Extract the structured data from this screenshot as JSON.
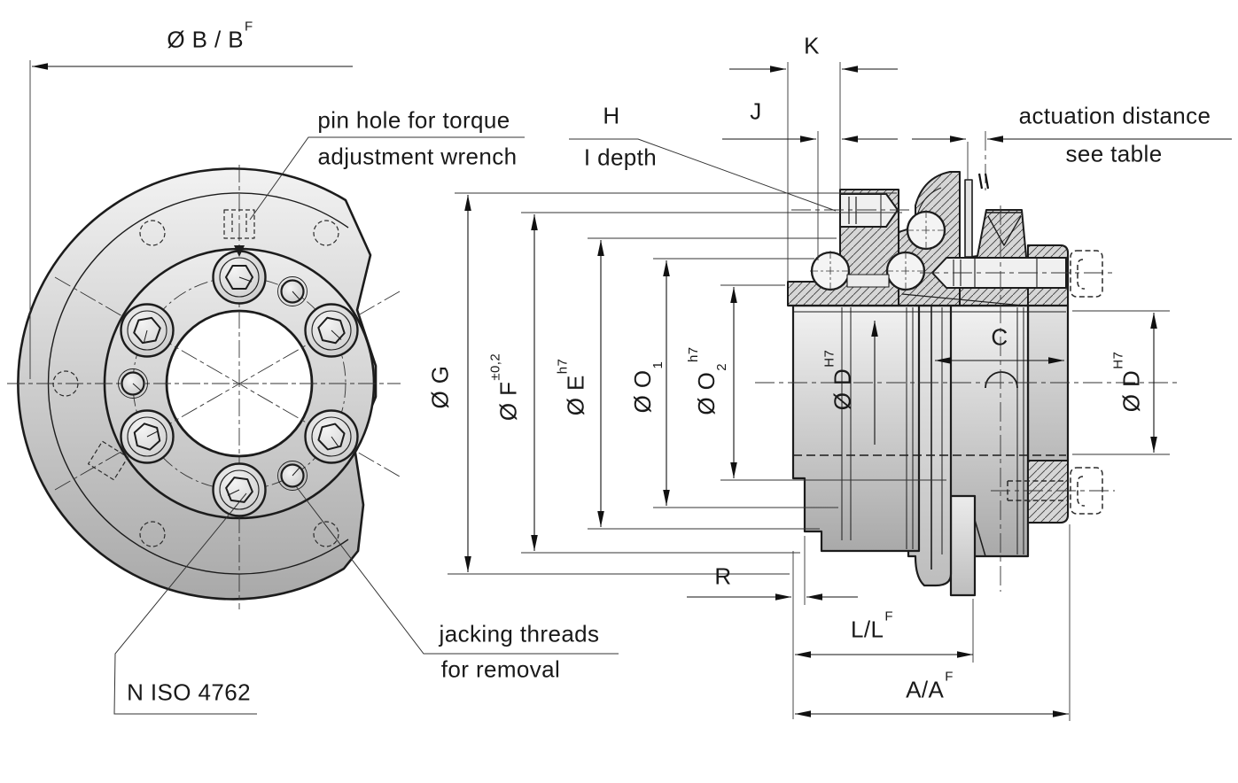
{
  "drawing": {
    "title_hint": "torque limiter / safety coupling dimensional drawing",
    "labels": {
      "dia_b": {
        "main": "Ø B / B",
        "sup": "F"
      },
      "pin_hole": {
        "line1": "pin hole for torque",
        "line2": "adjustment wrench"
      },
      "h": "H",
      "i_depth": "I depth",
      "j": "J",
      "k": "K",
      "actuation": {
        "line1": "actuation distance",
        "line2": "see table"
      },
      "dia_g": "Ø G",
      "dia_f": {
        "main": "Ø F",
        "sup": "±0,2"
      },
      "dia_e": {
        "main": "Ø E",
        "sup": "h7"
      },
      "dia_o1": {
        "main": "Ø O",
        "sub": "1"
      },
      "dia_o2": {
        "main": "Ø O",
        "sub": "2",
        "sup": "h7"
      },
      "dia_d_left": {
        "main": "Ø D",
        "sup": "H7"
      },
      "dia_d_right": {
        "main": "Ø D",
        "sup": "H7"
      },
      "c": "C",
      "r": "R",
      "l": {
        "main": "L/L",
        "sup": "F"
      },
      "a": {
        "main": "A/A",
        "sup": "F"
      },
      "n_iso": "N ISO 4762",
      "jacking": {
        "line1": "jacking threads",
        "line2": "for removal"
      }
    },
    "colors": {
      "line": "#1c1c1c",
      "dimension_line": "#111111",
      "fill_light": "#f0f0f0",
      "fill_dark": "#a8a8a8",
      "hatch_background": "#d6d6d6",
      "background": "#ffffff"
    }
  }
}
